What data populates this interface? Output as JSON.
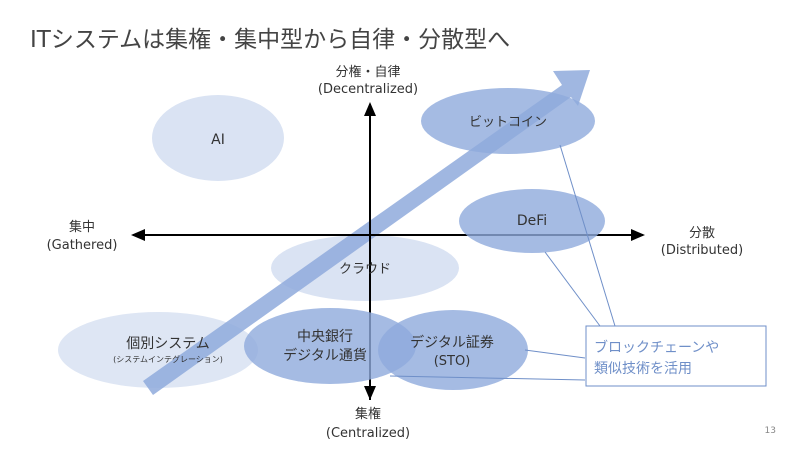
{
  "title": "ITシステムは集権・集中型から自律・分散型へ",
  "axes": {
    "top": {
      "label": "分権・自律",
      "sub": "(Decentralized)"
    },
    "bottom": {
      "label": "集権",
      "sub": "(Centralized)"
    },
    "left": {
      "label": "集中",
      "sub": "(Gathered)"
    },
    "right": {
      "label": "分散",
      "sub": "(Distributed)"
    }
  },
  "nodes": {
    "ai": "AI",
    "bitcoin": "ビットコイン",
    "defi": "DeFi",
    "cloud": "クラウド",
    "individual": {
      "line1": "個別システム",
      "line2": "(システムインテグレーション)"
    },
    "cbdc": {
      "line1": "中央銀行",
      "line2": "デジタル通貨"
    },
    "sto": {
      "line1": "デジタル証券",
      "line2": "(STO)"
    }
  },
  "callout": {
    "line1": "ブロックチェーンや",
    "line2": "類似技術を活用"
  },
  "page_number": "13",
  "colors": {
    "light": "#dae3f3",
    "medium": "#8faadc",
    "callout_text": "#6f8fc8",
    "text": "#333333"
  }
}
